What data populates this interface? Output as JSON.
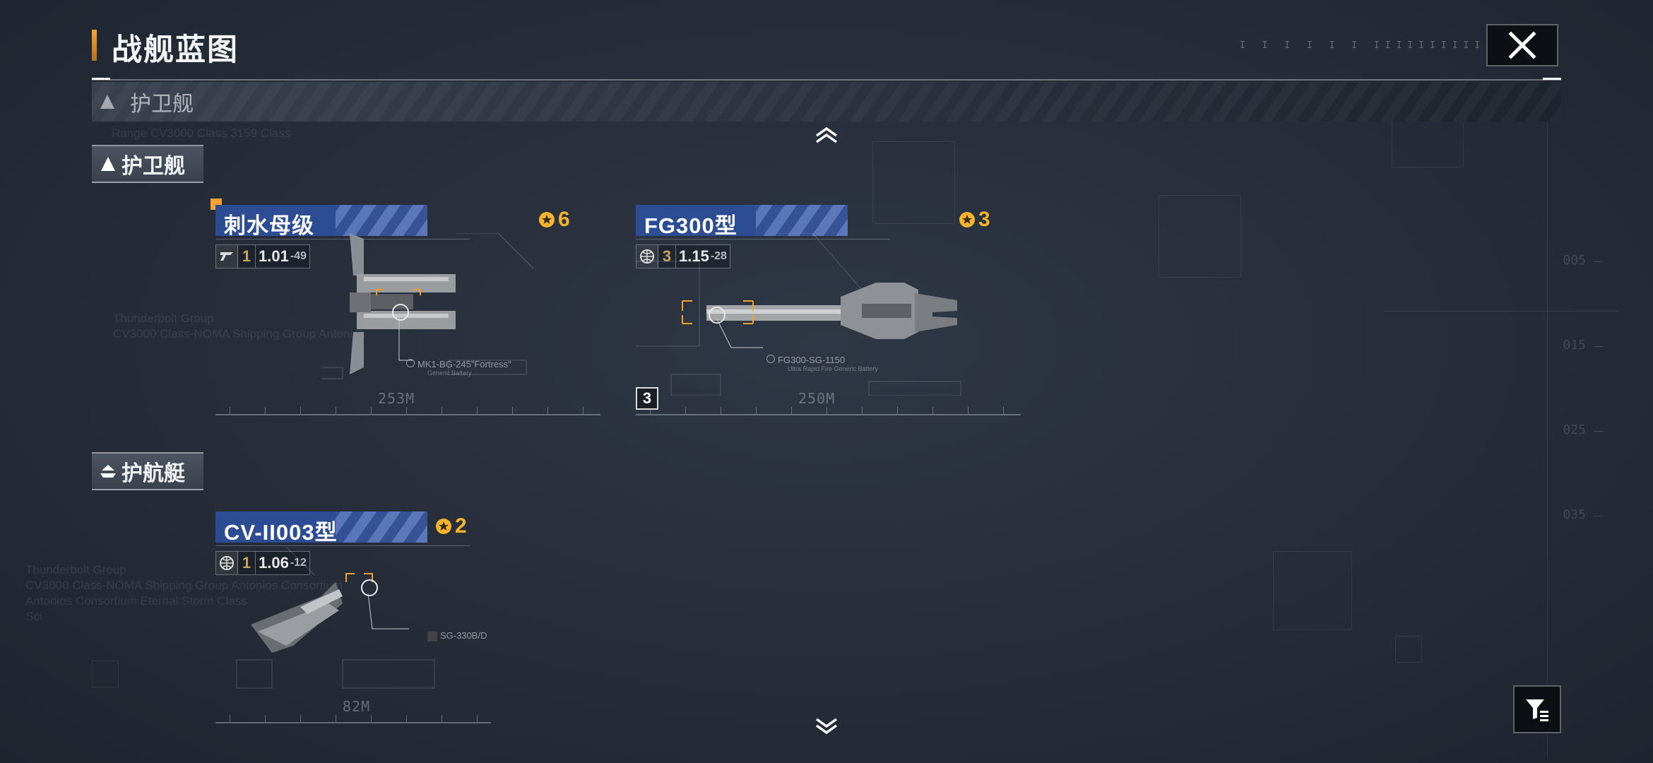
{
  "header": {
    "title": "战舰蓝图"
  },
  "category_bar": {
    "label": "护卫舰"
  },
  "background_text": {
    "ghost_1": "Range CV3000 Class 3159 Class",
    "ghost_2": "Thunderbolt Group\nCV3000 Class-NOMA Shipping Group Antonios",
    "ghost_3": "Thunderbolt Group\nCV3000 Class-NOMA Shipping Group Antonios Consortium\nAntonios Consortium Eternal Storm Class\nSci",
    "ruler": [
      "005",
      "015",
      "025",
      "035"
    ],
    "dots": "I  I  I  I  I  I  IIIIIIIIIIII"
  },
  "sections": [
    {
      "label": "护卫舰",
      "icon": "frigate-triangle-icon",
      "ships": [
        {
          "name": "刺水母级",
          "count": "6",
          "type_icon": "manufacturer-logo-icon",
          "tier": "1",
          "speed": "1.01",
          "speed_sub": "49",
          "weapon": "MK1-BG-245\"Fortress\"",
          "weapon_sub": "Generic Battery",
          "length": "253M",
          "has_notice": true
        },
        {
          "name": "FG300型",
          "count": "3",
          "type_icon": "globe-icon",
          "tier": "3",
          "speed": "1.15",
          "speed_sub": "28",
          "weapon": "FG300-SG-1150",
          "weapon_sub": "Ultra Rapid Fire Generic Battery",
          "length": "250M",
          "badge": "3"
        }
      ]
    },
    {
      "label": "护航艇",
      "icon": "corvette-icon",
      "ships": [
        {
          "name": "CV-II003型",
          "count": "2",
          "type_icon": "globe-icon",
          "tier": "1",
          "speed": "1.06",
          "speed_sub": "12",
          "weapon": "SG-330B/D",
          "length": "82M"
        }
      ]
    }
  ],
  "colors": {
    "accent": "#f7a234",
    "name_bar": "#2c4d93",
    "count": "#f5b32e"
  }
}
